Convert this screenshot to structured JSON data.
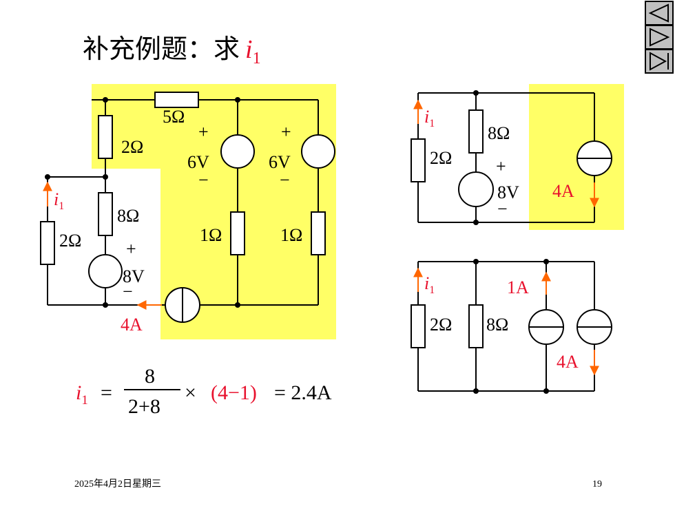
{
  "title": {
    "text": "补充例题：求",
    "var": "i",
    "sub": "1"
  },
  "nav": {
    "prev_icon": "prev-triangle-icon",
    "next_icon": "next-triangle-icon",
    "end_icon": "last-slide-icon"
  },
  "colors": {
    "highlight": "#ffff66",
    "red": "#e8112d",
    "arrow": "#ff6600",
    "nav_bg": "#c0c0c0"
  },
  "circuit_main": {
    "r_top": "5Ω",
    "r_left_top": "2Ω",
    "v_mid_plus": "+",
    "v_mid": "6V",
    "v_mid_minus": "−",
    "v_right_plus": "+",
    "v_right": "6V",
    "v_right_minus": "−",
    "r_mid": "1Ω",
    "r_right": "1Ω",
    "r_branch": "8Ω",
    "v_branch_plus": "+",
    "v_branch": "8V",
    "v_branch_minus": "−",
    "r_far_left": "2Ω",
    "current_var": "i",
    "current_sub": "1",
    "i_source": "4A"
  },
  "circuit_top_right": {
    "current_var": "i",
    "current_sub": "1",
    "r_left": "2Ω",
    "r_mid": "8Ω",
    "v_plus": "+",
    "v_src": "8V",
    "v_minus": "−",
    "i_src": "4A"
  },
  "circuit_bottom_right": {
    "current_var": "i",
    "current_sub": "1",
    "r_left": "2Ω",
    "r_mid": "8Ω",
    "i_src1": "1A",
    "i_src2": "4A"
  },
  "formula": {
    "lhs_var": "i",
    "lhs_sub": "1",
    "eq": "=",
    "num": "8",
    "den": "2+8",
    "times": "×",
    "paren": "(4−1)",
    "result": "= 2.4A"
  },
  "footer": {
    "date": "2025年4月2日星期三",
    "page": "19"
  }
}
